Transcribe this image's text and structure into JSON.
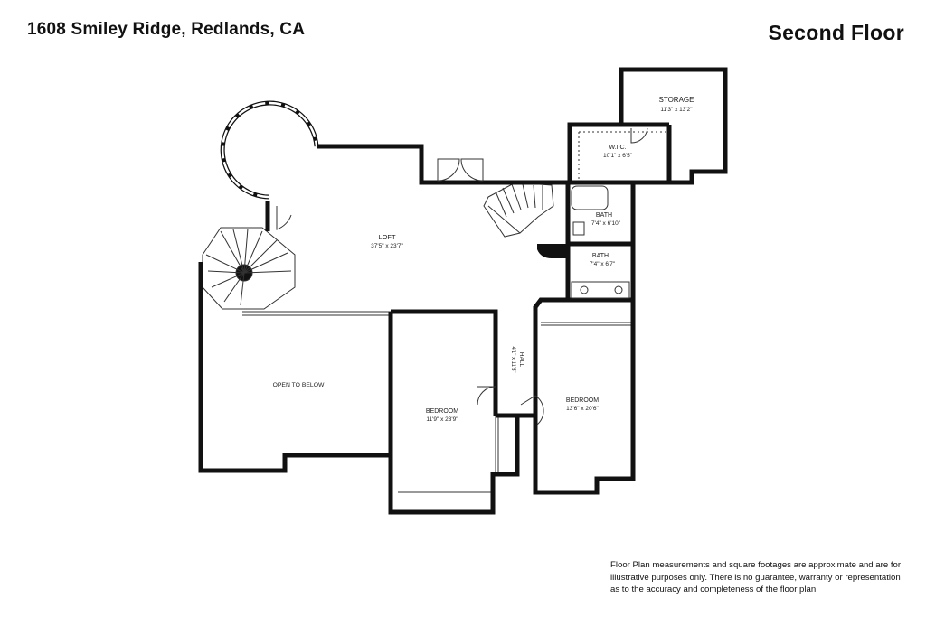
{
  "header": {
    "address": "1608 Smiley Ridge, Redlands, CA",
    "floor_title": "Second Floor"
  },
  "rooms": {
    "storage": {
      "name": "STORAGE",
      "dims": "11'3\" x 13'2\""
    },
    "wic": {
      "name": "W.I.C.",
      "dims": "10'1\" x 6'5\""
    },
    "loft": {
      "name": "LOFT",
      "dims": "37'5\" x 23'7\""
    },
    "bath1": {
      "name": "BATH",
      "dims": "7'4\" x 6'10\""
    },
    "bath2": {
      "name": "BATH",
      "dims": "7'4\" x 6'7\""
    },
    "open_to_below": {
      "name": "OPEN TO BELOW"
    },
    "bedroom1": {
      "name": "BEDROOM",
      "dims": "11'9\" x 23'9\""
    },
    "hall": {
      "name": "HALL",
      "dims": "4'1\" x 11'5\""
    },
    "bedroom2": {
      "name": "BEDROOM",
      "dims": "13'6\" x 20'6\""
    }
  },
  "disclaimer": {
    "line1": "Floor Plan measurements and square footages are approximate and are for",
    "line2": "illustrative purposes only. There is no guarantee, warranty or representation",
    "line3": "as to the accuracy and completeness of the floor plan"
  }
}
